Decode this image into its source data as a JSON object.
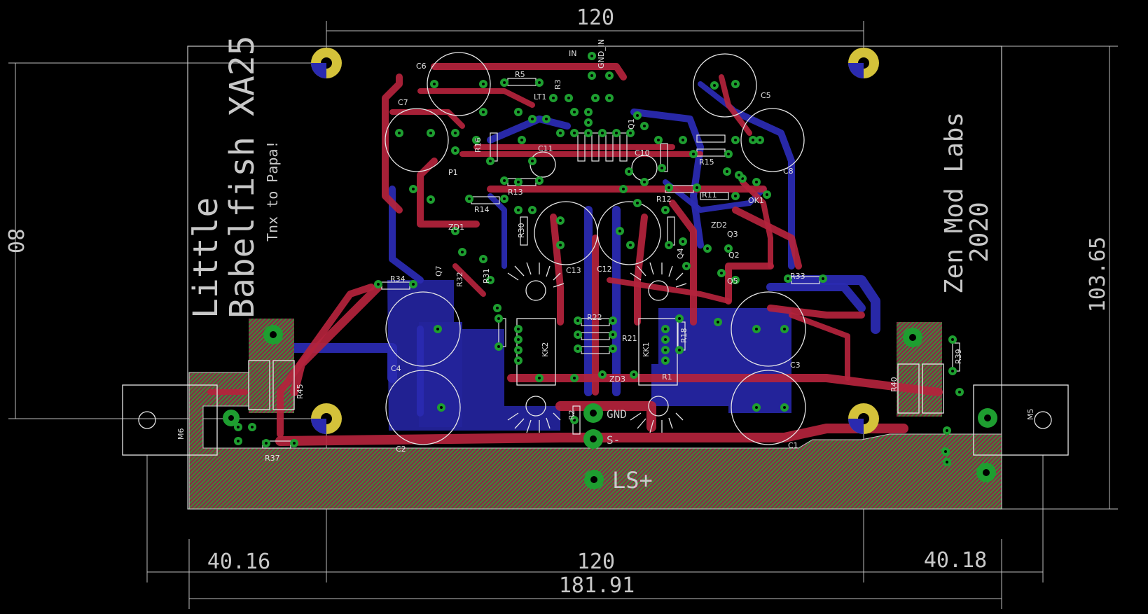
{
  "dimensions": {
    "top_width": "120",
    "left_height": "80",
    "right_height": "103.65",
    "bottom_left": "40.16",
    "bottom_mid": "120",
    "bottom_right": "40.18",
    "total_width": "181.91"
  },
  "silkscreen": {
    "title_line1": "Little",
    "title_line2": "Babelfish XA25",
    "subtitle": "Tnx to Papa!",
    "maker_line1": "Zen Mod Labs",
    "maker_line2": "2020",
    "pad_ls_plus": "LS+",
    "pad_gnd": "GND",
    "pad_s_minus": "S-"
  },
  "components": {
    "capacitors": [
      "C1",
      "C2",
      "C3",
      "C4",
      "C5",
      "C6",
      "C7",
      "C8",
      "C10",
      "C11",
      "C12",
      "C13"
    ],
    "resistors": [
      "R1",
      "R2",
      "R3",
      "R5",
      "R11",
      "R12",
      "R13",
      "R14",
      "R15",
      "R16",
      "R18",
      "R21",
      "R22",
      "R30",
      "R31",
      "R32",
      "R33",
      "R34",
      "R37",
      "R39",
      "R40",
      "R45"
    ],
    "transistors": [
      "Q1",
      "Q2",
      "Q3",
      "Q4",
      "Q5",
      "Q7"
    ],
    "mosfets": [
      "KK1",
      "KK2"
    ],
    "diodes": [
      "ZD1",
      "ZD2",
      "ZD3"
    ],
    "connectors": [
      "IN",
      "GND_IN",
      "M5",
      "M6"
    ],
    "other": [
      "P1",
      "OK1",
      "LT1"
    ]
  },
  "colors": {
    "background": "#000000",
    "top_copper": "#b4233c",
    "bottom_copper": "#2a2ab0",
    "pads": "#1e9e30",
    "silkscreen": "#c8c8c8",
    "mounting_hole": "#d4c23a"
  }
}
